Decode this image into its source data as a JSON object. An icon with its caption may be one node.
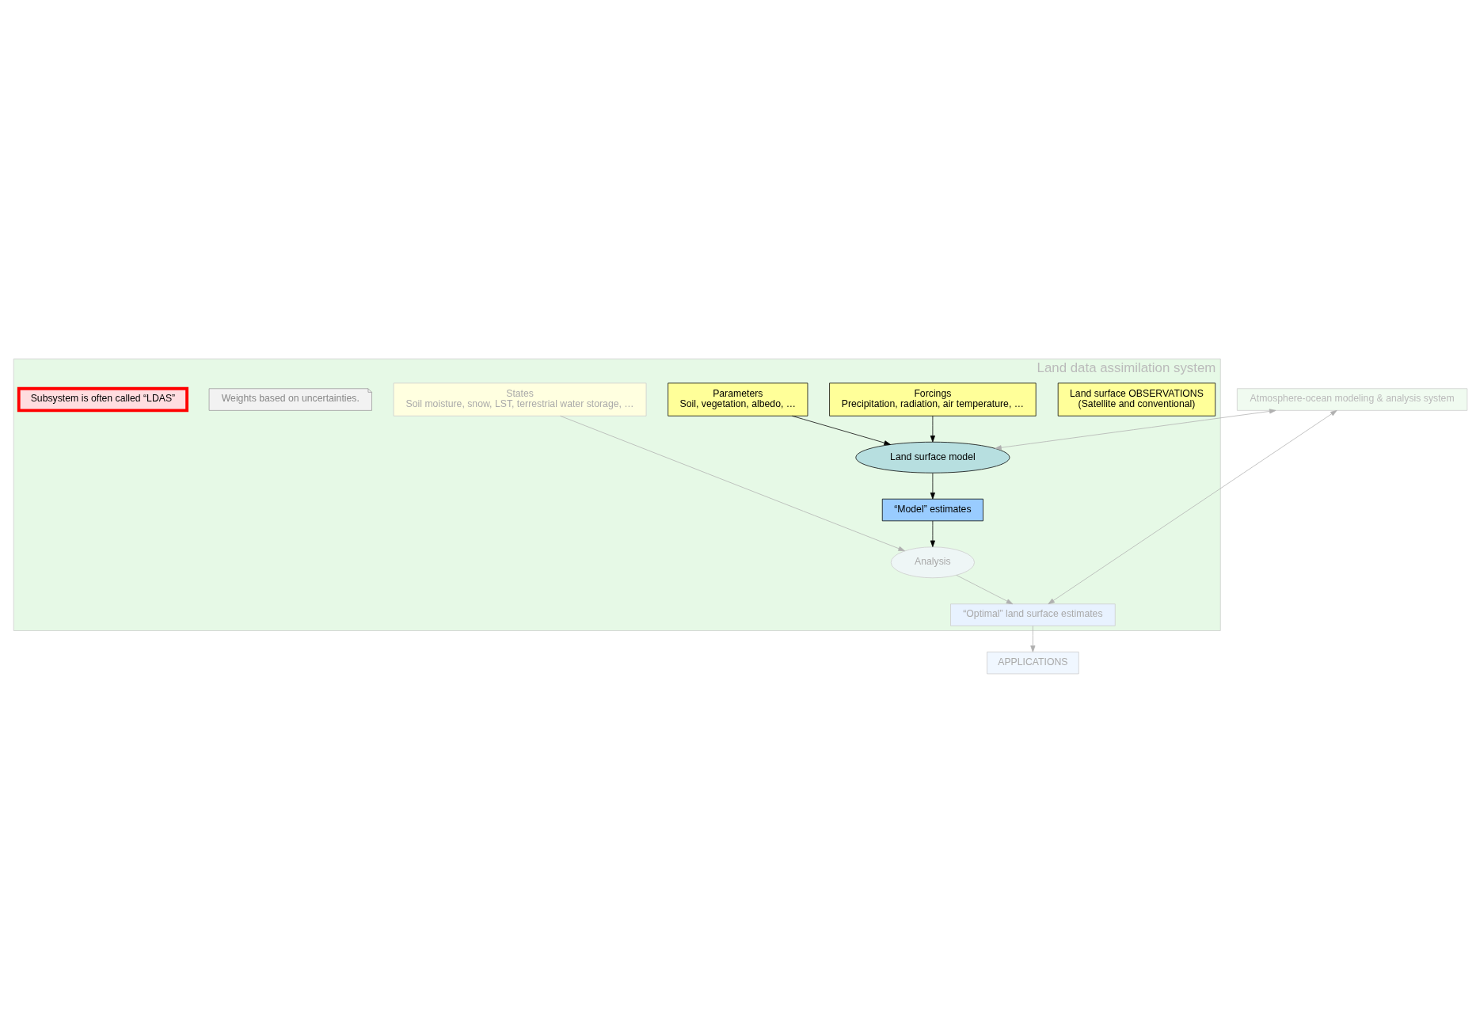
{
  "diagram": {
    "nodes": [
      {
        "text": [
          "Land data assimilation system"
        ]
      },
      {
        "text": [
          "Land surface OBSERVATIONS",
          "(Satellite and conventional)"
        ],
        "in": 0
      },
      {
        "text": [
          "Forcings",
          "Precipitation, radiation, air temperature, …"
        ],
        "in": 0
      },
      {
        "text": [
          "Parameters",
          "Soil, vegetation, albedo, …"
        ],
        "in": 0
      },
      {
        "text": [
          "States",
          "Soil moisture, snow, LST, terrestrial water storage, …"
        ],
        "in": 0
      },
      {
        "text": [
          "Land surface model"
        ],
        "in": 0
      },
      {
        "text": [
          "“Model” estimates"
        ],
        "in": 0
      },
      {
        "text": [
          "Weights based on uncertainties."
        ],
        "in": 0
      },
      {
        "text": [
          "Analysis"
        ],
        "in": 0
      },
      {
        "text": [
          "“Optimal” land surface estimates"
        ],
        "in": 0
      },
      {
        "text": [
          "Subsystem is often called “LDAS”"
        ],
        "in": 0
      },
      {
        "text": [
          "Atmosphere-ocean modeling & analysis system"
        ]
      },
      {
        "text": [
          "APPLICATIONS"
        ]
      }
    ],
    "edges": [
      {
        "from": 2,
        "to": 5,
        "arrow": "to",
        "color": "#000000"
      },
      {
        "from": 3,
        "to": 5,
        "arrow": "to",
        "color": "#000000"
      },
      {
        "from": 4,
        "to": 8,
        "arrow": "to"
      },
      {
        "from": 5,
        "to": 6,
        "arrow": "to",
        "color": "#000000"
      },
      {
        "from": 6,
        "to": 8,
        "arrow": "to",
        "color": "#000000"
      },
      {
        "from": 8,
        "to": 9,
        "arrow": "to"
      },
      {
        "from": 9,
        "to": 12,
        "arrow": "to"
      },
      {
        "from": 11,
        "to": 5,
        "arrow": "both"
      },
      {
        "from": 11,
        "to": 9,
        "arrow": "both"
      }
    ]
  }
}
